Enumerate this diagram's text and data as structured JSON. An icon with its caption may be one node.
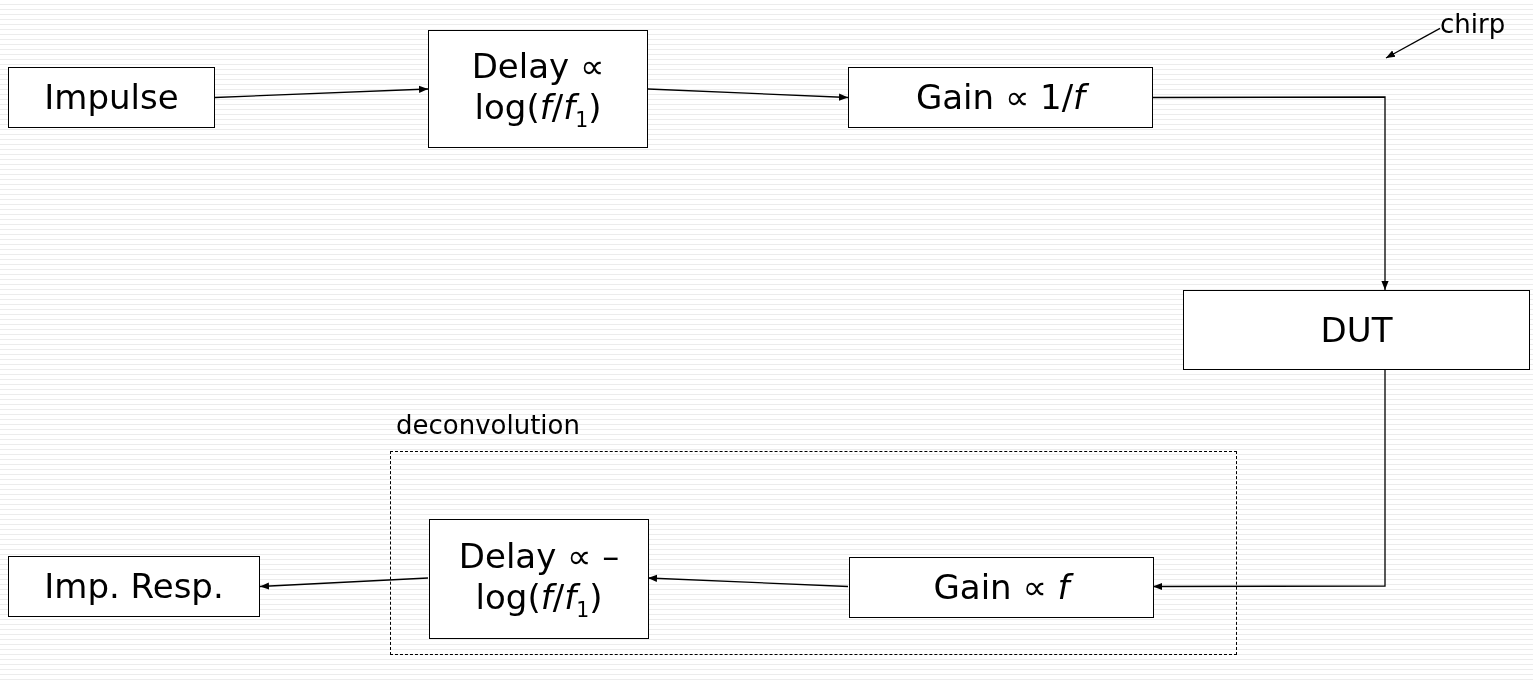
{
  "diagram": {
    "nodes": [
      {
        "text": [
          "Impulse"
        ]
      },
      {
        "text": [
          "Delay ∝ log(*f*/*f*$_{1}$)"
        ]
      },
      {
        "text": [
          "Gain ∝ 1/*f*"
        ]
      },
      {
        "text": [
          "chirp"
        ]
      },
      {
        "text": [
          "DUT"
        ]
      },
      {
        "text": [
          "deconvolution"
        ]
      },
      {
        "text": [
          "Imp. Resp."
        ]
      },
      {
        "text": [
          "Delay ∝ –log(*f*/*f*$_{1}$)"
        ],
        "in": 5
      },
      {
        "text": [
          "Gain ∝ *f*"
        ],
        "in": 5
      }
    ],
    "edges": [
      {
        "from": 0,
        "to": 1,
        "arrow": "to"
      },
      {
        "from": 1,
        "to": 2,
        "arrow": "to"
      },
      {
        "from": 2,
        "to": 4,
        "arrow": "to"
      },
      {
        "from": 3,
        "to": null,
        "arrow": "to"
      },
      {
        "from": 4,
        "to": 8,
        "arrow": "to"
      },
      {
        "from": 8,
        "to": 7,
        "arrow": "to"
      },
      {
        "from": 7,
        "to": 6,
        "arrow": "to"
      }
    ]
  }
}
